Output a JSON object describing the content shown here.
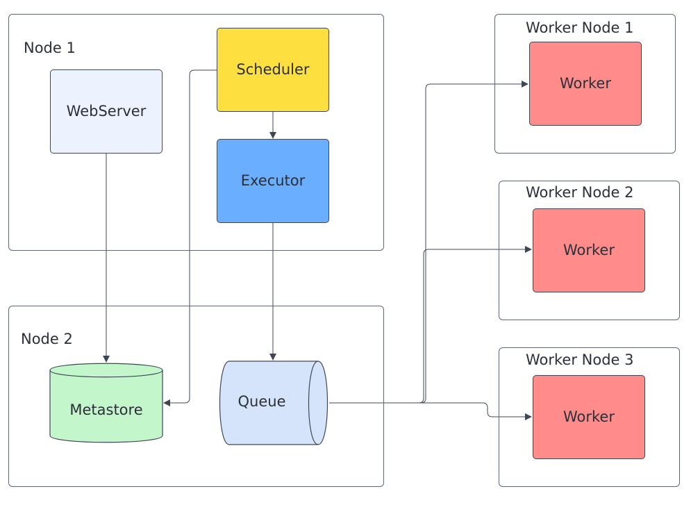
{
  "colors": {
    "webserver_fill": "#edf3fe",
    "scheduler_fill": "#fde03f",
    "executor_fill": "#69aeff",
    "metastore_fill": "#c4f6cb",
    "queue_fill": "#d5e4fb",
    "worker_fill": "#ff8c8a",
    "edge_stroke": "#3e4654",
    "container_stroke": "#5f6672"
  },
  "groups": {
    "node1": {
      "label": "Node 1"
    },
    "node2": {
      "label": "Node 2"
    },
    "worker_node1": {
      "label": "Worker Node 1"
    },
    "worker_node2": {
      "label": "Worker Node 2"
    },
    "worker_node3": {
      "label": "Worker Node 3"
    }
  },
  "nodes": {
    "webserver": {
      "label": "WebServer",
      "shape": "rectangle"
    },
    "scheduler": {
      "label": "Scheduler",
      "shape": "rectangle"
    },
    "executor": {
      "label": "Executor",
      "shape": "rectangle"
    },
    "metastore": {
      "label": "Metastore",
      "shape": "database-cylinder"
    },
    "queue": {
      "label": "Queue",
      "shape": "horizontal-cylinder"
    },
    "worker1": {
      "label": "Worker",
      "shape": "rectangle"
    },
    "worker2": {
      "label": "Worker",
      "shape": "rectangle"
    },
    "worker3": {
      "label": "Worker",
      "shape": "rectangle"
    }
  },
  "edges": [
    {
      "from": "scheduler",
      "to": "executor"
    },
    {
      "from": "scheduler",
      "to": "metastore"
    },
    {
      "from": "webserver",
      "to": "metastore"
    },
    {
      "from": "executor",
      "to": "queue"
    },
    {
      "from": "queue",
      "to": "worker1"
    },
    {
      "from": "queue",
      "to": "worker2"
    },
    {
      "from": "queue",
      "to": "worker3"
    }
  ]
}
